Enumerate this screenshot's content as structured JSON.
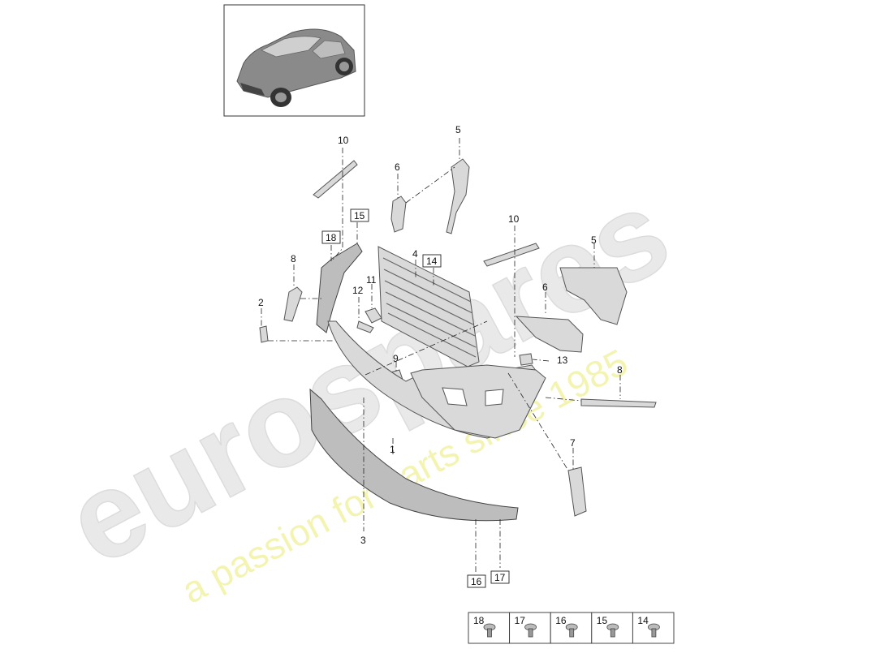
{
  "watermark": {
    "logo": "eurospares",
    "tagline": "a passion for parts since 1985"
  },
  "thumbnail": {
    "icon": "car-suv-thumbnail"
  },
  "callouts": {
    "c1": "1",
    "c2": "2",
    "c3": "3",
    "c4": "4",
    "c5a": "5",
    "c5b": "5",
    "c6a": "6",
    "c6b": "6",
    "c7": "7",
    "c8a": "8",
    "c8b": "8",
    "c9": "9",
    "c10a": "10",
    "c10b": "10",
    "c11": "11",
    "c12": "12",
    "c13": "13",
    "b14": "14",
    "b15": "15",
    "b16": "16",
    "b17": "17",
    "b18": "18"
  },
  "fastener_legend": [
    {
      "number": "18",
      "icon": "rivet-icon"
    },
    {
      "number": "17",
      "icon": "clip-icon"
    },
    {
      "number": "16",
      "icon": "expanding-rivet-icon"
    },
    {
      "number": "15",
      "icon": "screw-icon"
    },
    {
      "number": "14",
      "icon": "bolt-icon"
    }
  ]
}
